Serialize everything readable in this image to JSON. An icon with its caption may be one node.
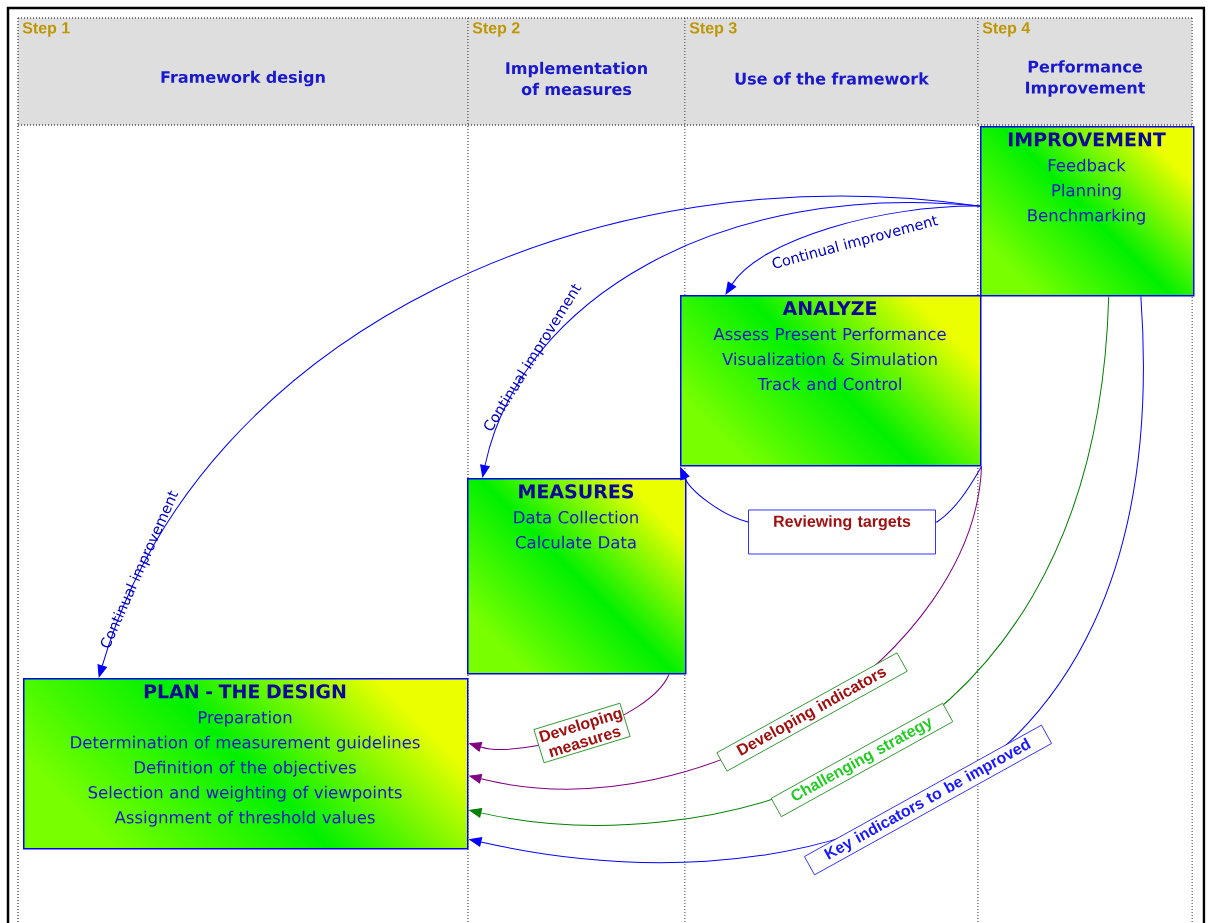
{
  "diagram": {
    "nodes": [
      {
        "text": [
          "Step 1",
          "Framework design"
        ]
      },
      {
        "text": [
          "Step 2",
          "Implementation of measures"
        ]
      },
      {
        "text": [
          "Step 3",
          "Use of the framework"
        ]
      },
      {
        "text": [
          "Step 4",
          "Performance Improvement"
        ]
      },
      {
        "text": [
          "IMPROVEMENT",
          "Feedback",
          "Planning",
          "Benchmarking"
        ]
      },
      {
        "text": [
          "ANALYZE",
          "Assess Present Performance",
          "Visualization & Simulation",
          "Track and Control"
        ]
      },
      {
        "text": [
          "MEASURES",
          "Data Collection",
          "Calculate Data"
        ]
      },
      {
        "text": [
          "PLAN - THE DESIGN",
          "Preparation",
          "Determination of measurement guidelines",
          "Definition of the objectives",
          "Selection and weighting of viewpoints",
          "Assignment of threshold values"
        ]
      }
    ],
    "edges": [
      {
        "from": 4,
        "to": 5,
        "arrow": "to",
        "label": "Continual improvement"
      },
      {
        "from": 4,
        "to": 6,
        "arrow": "to",
        "label": "Continual improvement"
      },
      {
        "from": 4,
        "to": 7,
        "arrow": "to",
        "label": "Continual improvement"
      },
      {
        "from": 5,
        "to": 5,
        "arrow": "to",
        "label": "Reviewing targets"
      },
      {
        "from": 6,
        "to": 7,
        "arrow": "to",
        "label": "Developing measures",
        "color": "#800080"
      },
      {
        "from": 5,
        "to": 7,
        "arrow": "to",
        "label": "Developing indicators",
        "color": "#800080"
      },
      {
        "from": 4,
        "to": 7,
        "arrow": "to",
        "label": "Challenging strategy",
        "color": "#008000"
      },
      {
        "from": 4,
        "to": 7,
        "arrow": "to",
        "label": "Key indicators to be improved"
      }
    ]
  }
}
